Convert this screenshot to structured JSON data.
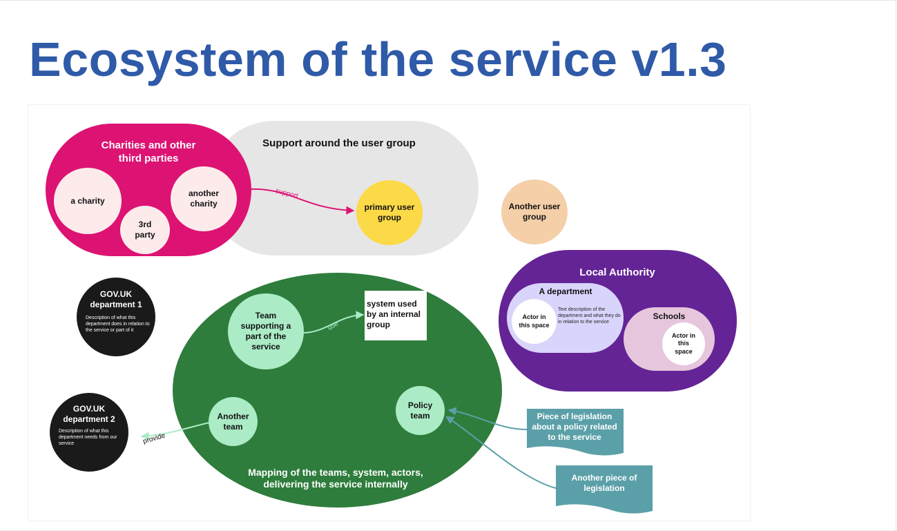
{
  "title": "Ecosystem of the service v1.3",
  "colors": {
    "title": "#2f5aa8",
    "charities": "#dd1373",
    "support_grey": "#e6e6e6",
    "primary_user": "#fcd947",
    "another_user": "#f4cfa8",
    "internal_green": "#2e7d3c",
    "team_mint": "#abebc6",
    "local_authority": "#642495",
    "department_lilac": "#d9d4fb",
    "schools_pink": "#e6c6dc",
    "gov_black": "#1a1a1a",
    "legislation_teal": "#5ba0a8"
  },
  "diagram": {
    "charities": {
      "label": "Charities and other third parties",
      "members": [
        "a charity",
        "3rd party",
        "another charity"
      ]
    },
    "support": {
      "label": "Support around the user group",
      "arrow_label": "support"
    },
    "primary_user": "primary user group",
    "another_user": "Another user group",
    "local_authority": {
      "label": "Local Authority",
      "department": {
        "label": "A department",
        "actor": "Actor in this space",
        "description": "Text description of the department and what they do in relation to the service"
      },
      "schools": {
        "label": "Schools",
        "actor": "Actor in this space"
      }
    },
    "gov_dept_1": {
      "label": "GOV.UK department 1",
      "description": "Description of what this department does in relation to the service or part of it"
    },
    "gov_dept_2": {
      "label": "GOV.UK department 2",
      "description": "Description of what this department needs from our service"
    },
    "internal": {
      "caption": "Mapping of the teams, system, actors, delivering the service internally",
      "team_support": "Team supporting a part of the service",
      "system": "system used by an internal group",
      "use_label": "use",
      "another_team": "Another team",
      "policy_team": "Policy team",
      "provide_label": "provide"
    },
    "legislation_1": "Piece of legislation about a policy related to the service",
    "legislation_2": "Another piece of legislation"
  }
}
